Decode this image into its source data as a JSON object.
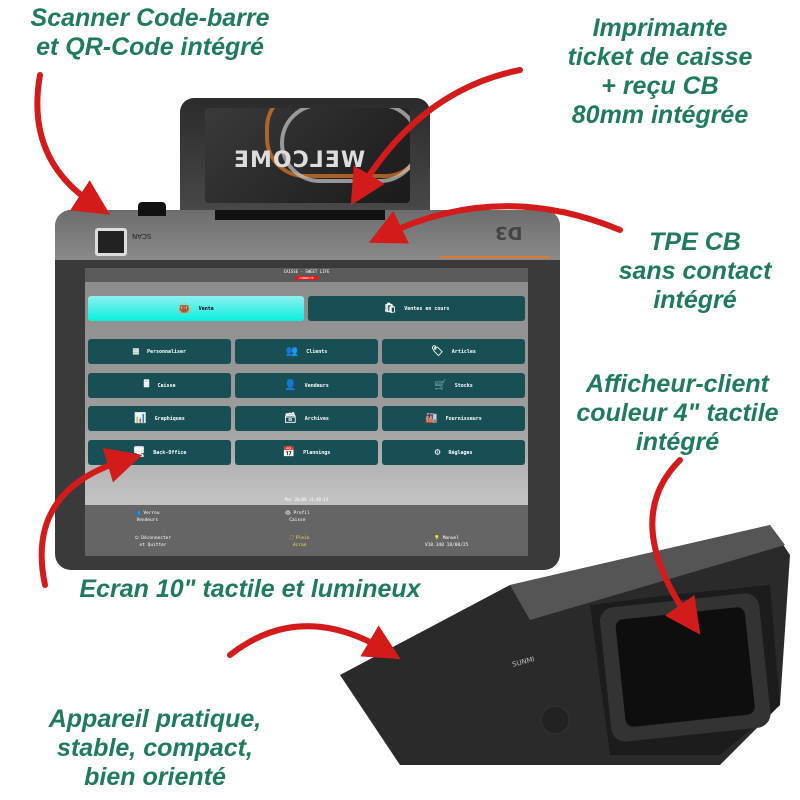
{
  "callouts": {
    "scanner": "Scanner Code-barre\net QR-Code intégré",
    "printer": "Imprimante\nticket de caisse\n+ reçu CB\n80mm intégrée",
    "tpe": "TPE CB\nsans contact\nintégré",
    "display": "Afficheur-client\ncouleur 4\" tactile\nintégré",
    "screen": "Ecran 10\" tactile et lumineux",
    "device": "Appareil pratique,\nstable, compact,\nbien orienté"
  },
  "device": {
    "welcome": "WELCOME",
    "brand": "SUNMI",
    "model": "D3",
    "scan_label": "SCAN"
  },
  "app": {
    "header": "CAISSE - SWEET LIFE",
    "header_badge": "CONNECTÉ",
    "primary": [
      {
        "label": "Vente",
        "icon": "shopping-bag-icon"
      },
      {
        "label": "Ventes en cours",
        "icon": "pending-sales-icon"
      }
    ],
    "grid": [
      {
        "label": "Personnaliser",
        "icon": "grid-icon"
      },
      {
        "label": "Clients",
        "icon": "users-icon"
      },
      {
        "label": "Articles",
        "icon": "tags-icon"
      },
      {
        "label": "Caisse",
        "icon": "cash-register-icon"
      },
      {
        "label": "Vendeurs",
        "icon": "seller-icon"
      },
      {
        "label": "Stocks",
        "icon": "dolly-icon"
      },
      {
        "label": "Graphiques",
        "icon": "chart-icon"
      },
      {
        "label": "Archives",
        "icon": "archive-icon"
      },
      {
        "label": "Fournisseurs",
        "icon": "factory-icon"
      },
      {
        "label": "Back-Office",
        "icon": "monitor-icon"
      },
      {
        "label": "Plannings",
        "icon": "calendar-icon"
      },
      {
        "label": "Réglages",
        "icon": "gear-icon"
      }
    ],
    "datetime": "Mar 26/08 11:48:14",
    "footer": {
      "lock": "Verrou\nVendeurs",
      "profile": "Profil\nCaisse",
      "logout": "Déconnecter\net Quitter",
      "fullscreen": "Plein\nécran",
      "manual": "Manuel\nV10.340 18/08/25"
    }
  },
  "colors": {
    "callout": "#1f7a5f",
    "tile": "#174f55",
    "accent": "#08f0e0",
    "arrow": "#d41b1b"
  }
}
